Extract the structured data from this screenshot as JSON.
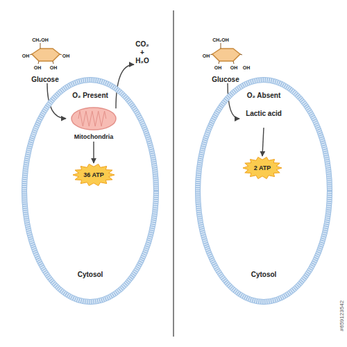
{
  "diagram": {
    "nodes": [
      {
        "text": [
          "Cytosol"
        ]
      },
      {
        "text": [
          "Glucose"
        ]
      },
      {
        "text": [
          "Mitochondria"
        ],
        "in": 0
      },
      {
        "text": [
          "CO₂ + H₂O"
        ]
      },
      {
        "text": [
          "36 ATP"
        ],
        "in": 0
      },
      {
        "text": [
          "Cytosol"
        ]
      },
      {
        "text": [
          "Glucose"
        ]
      },
      {
        "text": [
          "Lactic acid"
        ],
        "in": 5
      },
      {
        "text": [
          "2 ATP"
        ],
        "in": 5
      }
    ],
    "edges": [
      {
        "from": 1,
        "to": 2,
        "arrow": "to"
      },
      {
        "from": 2,
        "to": 3,
        "arrow": "to"
      },
      {
        "from": 2,
        "to": 4,
        "arrow": "to"
      },
      {
        "from": 6,
        "to": 7,
        "arrow": "to"
      },
      {
        "from": 7,
        "to": 8,
        "arrow": "to"
      }
    ],
    "labels": [
      "O₂ Present",
      "O₂ Absent",
      "CH₂OH",
      "OH",
      "OH",
      "OH",
      "OH",
      "CH₂OH",
      "OH",
      "OH",
      "OH",
      "OH",
      "#659123542"
    ]
  }
}
